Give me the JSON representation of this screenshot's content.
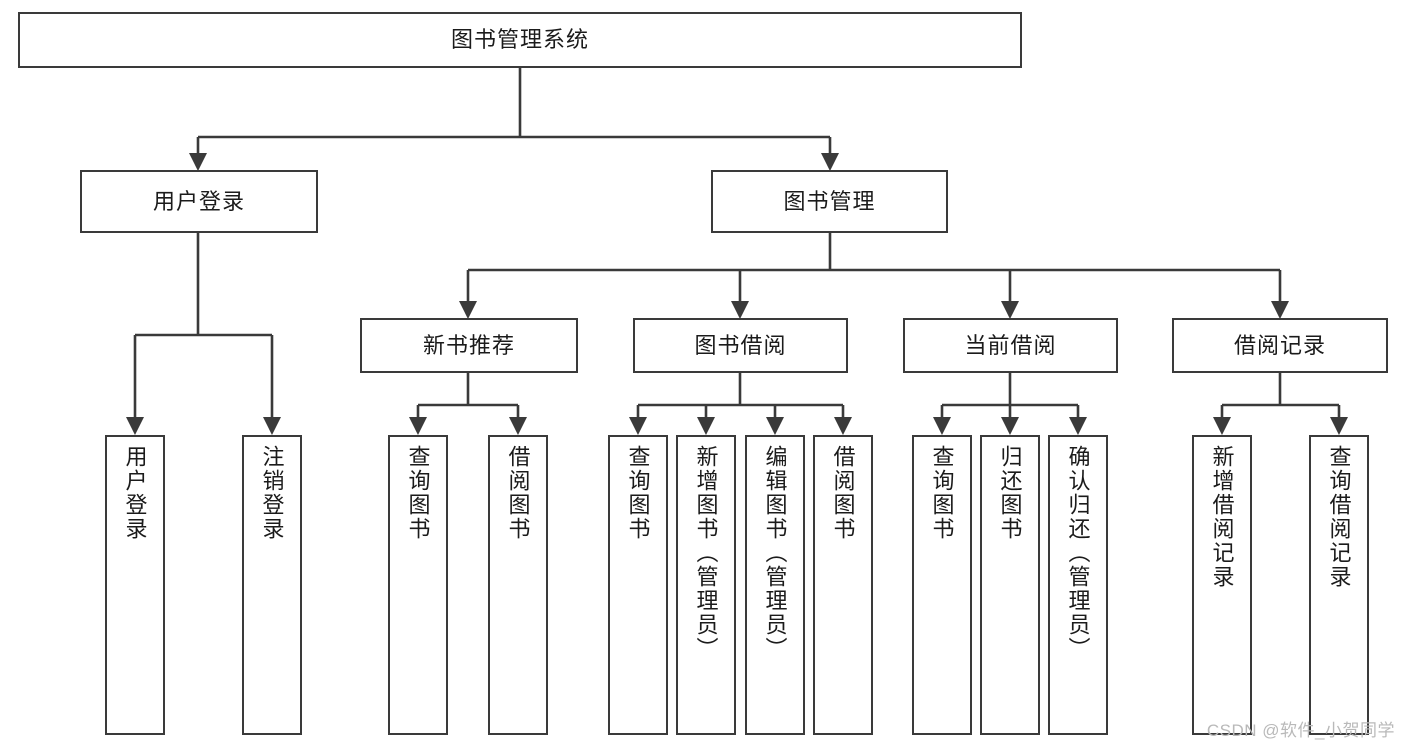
{
  "diagram": {
    "title": "图书管理系统",
    "type": "tree",
    "watermark": "CSDN @软件_小贺同学",
    "colors": {
      "stroke": "#3a3a3a",
      "fill": "#ffffff",
      "text": "#1b1b1b",
      "watermark": "#b9b9b9"
    },
    "root": {
      "label": "图书管理系统"
    },
    "level1": [
      {
        "label": "用户登录"
      },
      {
        "label": "图书管理"
      }
    ],
    "level2": [
      {
        "label": "新书推荐"
      },
      {
        "label": "图书借阅"
      },
      {
        "label": "当前借阅"
      },
      {
        "label": "借阅记录"
      }
    ],
    "leaves": {
      "user_login": [
        {
          "label": "用户登录"
        },
        {
          "label": "注销登录"
        }
      ],
      "new_book": [
        {
          "label": "查询图书"
        },
        {
          "label": "借阅图书"
        }
      ],
      "book_borrow": [
        {
          "label": "查询图书"
        },
        {
          "label": "新增图书（管理员）"
        },
        {
          "label": "编辑图书（管理员）"
        },
        {
          "label": "借阅图书"
        }
      ],
      "current_borrow": [
        {
          "label": "查询图书"
        },
        {
          "label": "归还图书"
        },
        {
          "label": "确认归还（管理员）"
        }
      ],
      "borrow_record": [
        {
          "label": "新增借阅记录"
        },
        {
          "label": "查询借阅记录"
        }
      ]
    }
  }
}
